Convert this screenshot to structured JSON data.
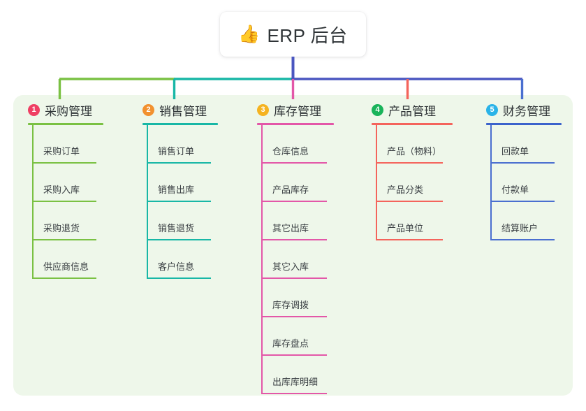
{
  "root": {
    "icon": "thumbs-up-icon",
    "emoji": "👍",
    "title": "ERP 后台"
  },
  "theme": {
    "panel_background": "#eef7ea",
    "page_background": "#ffffff",
    "card_background": "#ffffff",
    "root_stem_color": "#4a56c0",
    "bus_segments": [
      "#7ac143",
      "#18b7a6",
      "#4a56c0"
    ],
    "text_color": "#2f3437",
    "leaf_text_color": "#3a3f43"
  },
  "columns": [
    {
      "index": "1",
      "badge_label": "1",
      "badge_color": "#ef3f63",
      "title": "采购管理",
      "line_color": "#7ac143",
      "rule_color": "#7ac143",
      "drop_color": "#7ac143",
      "items": [
        {
          "label": "采购订单"
        },
        {
          "label": "采购入库"
        },
        {
          "label": "采购退货"
        },
        {
          "label": "供应商信息"
        }
      ]
    },
    {
      "index": "2",
      "badge_label": "2",
      "badge_color": "#f2912f",
      "title": "销售管理",
      "line_color": "#18b7a6",
      "rule_color": "#18b7a6",
      "drop_color": "#18b7a6",
      "items": [
        {
          "label": "销售订单"
        },
        {
          "label": "销售出库"
        },
        {
          "label": "销售退货"
        },
        {
          "label": "客户信息"
        }
      ]
    },
    {
      "index": "3",
      "badge_label": "3",
      "badge_color": "#f5b321",
      "title": "库存管理",
      "line_color": "#e357a8",
      "rule_color": "#e357a8",
      "drop_color": "#e357a8",
      "items": [
        {
          "label": "仓库信息"
        },
        {
          "label": "产品库存"
        },
        {
          "label": "其它出库"
        },
        {
          "label": "其它入库"
        },
        {
          "label": "库存调拨"
        },
        {
          "label": "库存盘点"
        },
        {
          "label": "出库库明细"
        }
      ]
    },
    {
      "index": "4",
      "badge_label": "4",
      "badge_color": "#19b35a",
      "title": "产品管理",
      "line_color": "#f4645c",
      "rule_color": "#f4645c",
      "drop_color": "#f4645c",
      "items": [
        {
          "label": "产品（物料）"
        },
        {
          "label": "产品分类"
        },
        {
          "label": "产品单位"
        }
      ]
    },
    {
      "index": "5",
      "badge_label": "5",
      "badge_color": "#2ab3e8",
      "title": "财务管理",
      "line_color": "#4a6fd0",
      "rule_color": "#3b63cc",
      "drop_color": "#4a6fd0",
      "items": [
        {
          "label": "回款单"
        },
        {
          "label": "付款单"
        },
        {
          "label": "结算账户"
        }
      ]
    }
  ]
}
